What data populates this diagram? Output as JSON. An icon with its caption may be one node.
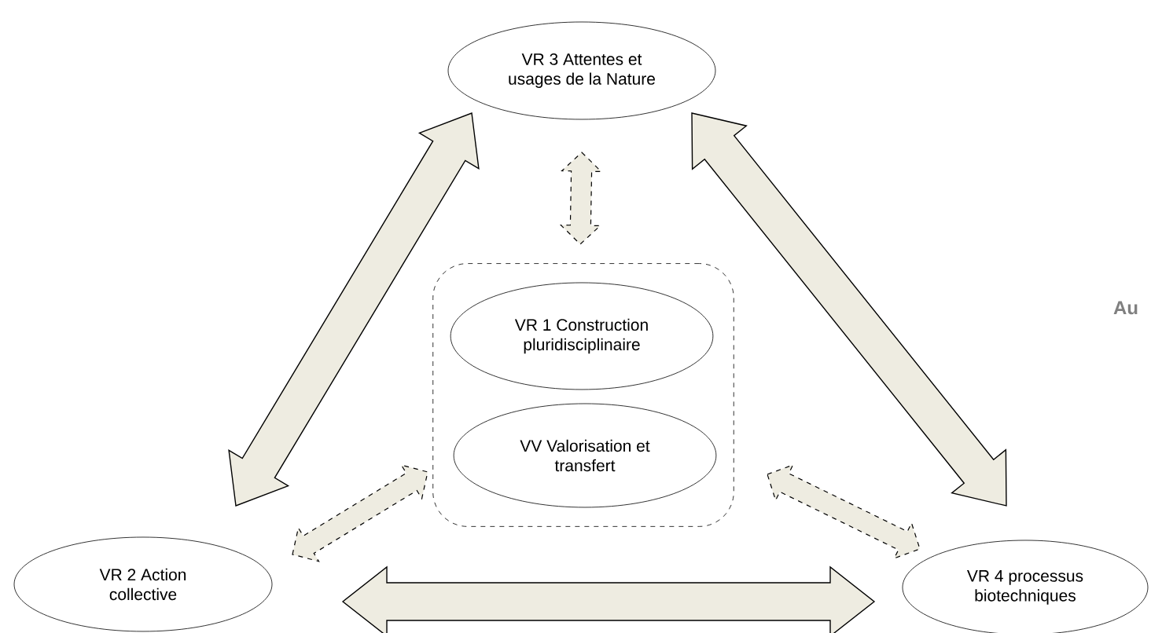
{
  "diagram": {
    "nodes": [
      {
        "text": [
          "VR 3 Attentes et usages de la Nature"
        ]
      },
      {
        "text": [],
        "shape": "box"
      },
      {
        "text": [
          "VR 1 Construction pluridisciplinaire"
        ],
        "in": 1
      },
      {
        "text": [
          "VV Valorisation et transfert"
        ],
        "in": 1
      },
      {
        "text": [
          "VR 2 Action collective"
        ]
      },
      {
        "text": [
          "VR 4 processus biotechniques"
        ]
      }
    ],
    "edges": [
      {
        "from": 0,
        "to": 4,
        "arrow": "both"
      },
      {
        "from": 0,
        "to": 5,
        "arrow": "both"
      },
      {
        "from": 0,
        "to": 1,
        "arrow": "both",
        "style": "dashed"
      },
      {
        "from": 4,
        "to": 1,
        "arrow": "both",
        "style": "dashed"
      },
      {
        "from": 5,
        "to": 1,
        "arrow": "both",
        "style": "dashed"
      },
      {
        "from": 4,
        "to": 5,
        "arrow": "both"
      }
    ],
    "labels": [
      "Au"
    ]
  }
}
